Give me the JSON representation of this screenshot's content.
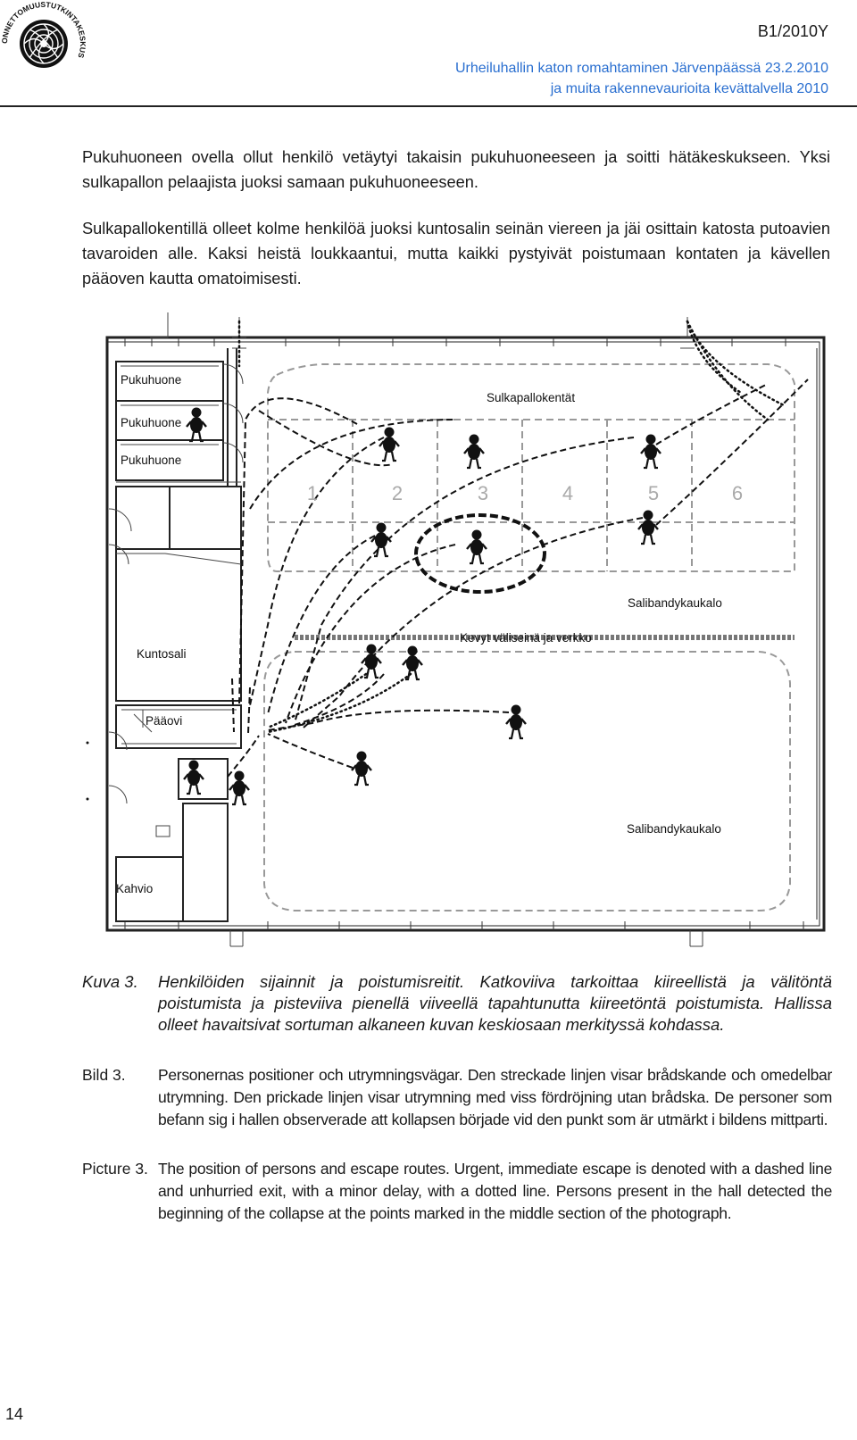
{
  "header": {
    "logo_text": "ONNETTOMUUSTUTKINTAKESKUS",
    "doc_id": "B1/2010Y",
    "title_line1": "Urheiluhallin katon romahtaminen Järvenpäässä 23.2.2010",
    "title_line2": "ja muita rakennevaurioita kevättalvella 2010"
  },
  "body": {
    "paragraph1": "Pukuhuoneen ovella ollut henkilö vetäytyi takaisin pukuhuoneeseen ja soitti hätäkeskukseen. Yksi sulkapallon pelaajista juoksi samaan pukuhuoneeseen.",
    "paragraph2": "Sulkapallokentillä olleet kolme henkilöä juoksi kuntosalin seinän viereen ja jäi osittain katosta putoavien tavaroiden alle. Kaksi heistä loukkaantui, mutta kaikki pystyivät poistumaan kontaten ja kävellen pääoven kautta omatoimisesti."
  },
  "floor_plan": {
    "labels": {
      "room1": "Pukuhuone",
      "room2": "Pukuhuone",
      "room3": "Pukuhuone",
      "courts_title": "Sulkapallokentät",
      "rink_top": "Salibandykaukalo",
      "divider": "Kevyt väliseinä ja verkko",
      "gym": "Kuntosali",
      "main_door": "Pääovi",
      "rink_bottom": "Salibandykaukalo",
      "cafe": "Kahvio"
    },
    "court_numbers": [
      "1",
      "2",
      "3",
      "4",
      "5",
      "6"
    ]
  },
  "captions": {
    "fi": {
      "label": "Kuva 3.",
      "text": "Henkilöiden sijainnit ja poistumisreitit. Katkoviiva tarkoittaa kiireellistä ja välitöntä poistumista ja pisteviiva pienellä viiveellä tapahtunutta kiireetöntä poistumista. Hallissa olleet havaitsivat sortuman alkaneen kuvan keskiosaan merkityssä kohdassa."
    },
    "sv": {
      "label": "Bild 3.",
      "text": "Personernas positioner och utrymningsvägar. Den streckade linjen visar brådskande och omedelbar utrymning. Den prickade linjen visar utrymning med viss fördröjning utan brådska. De personer som befann sig i hallen observerade att kollapsen började vid den punkt som är utmärkt i bildens mittparti."
    },
    "en": {
      "label": "Picture 3.",
      "text": "The position of persons and escape routes. Urgent, immediate escape is denoted with a dashed line and unhurried exit, with a minor delay, with a dotted line. Persons present in the hall detected the beginning of the collapse at the points marked in the middle section of the photograph."
    }
  },
  "page_number": "14"
}
